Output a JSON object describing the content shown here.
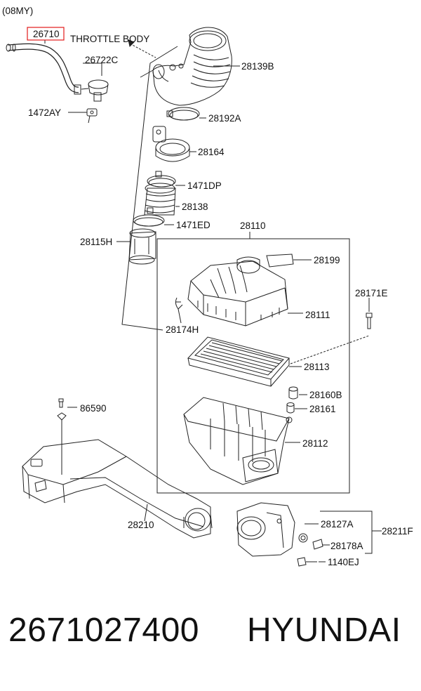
{
  "model_year": "(08MY)",
  "highlight_color": "#e21a1a",
  "throttle_body": "THROTTLE BODY",
  "parts": {
    "p26710": "26710",
    "p26722C": "26722C",
    "p1472AY": "1472AY",
    "p28139B": "28139B",
    "p28192A": "28192A",
    "p28164": "28164",
    "p1471DP": "1471DP",
    "p28138": "28138",
    "p1471ED": "1471ED",
    "p28115H": "28115H",
    "p28110": "28110",
    "p28199": "28199",
    "p28171E": "28171E",
    "p28111": "28111",
    "p28174H": "28174H",
    "p28113": "28113",
    "p28160B": "28160B",
    "p28161": "28161",
    "p86590": "86590",
    "p28112": "28112",
    "p28210": "28210",
    "p28127A": "28127A",
    "p28211F": "28211F",
    "p28178A": "28178A",
    "p1140EJ": "1140EJ"
  },
  "footer": {
    "part_number": "2671027400",
    "brand": "HYUNDAI"
  }
}
